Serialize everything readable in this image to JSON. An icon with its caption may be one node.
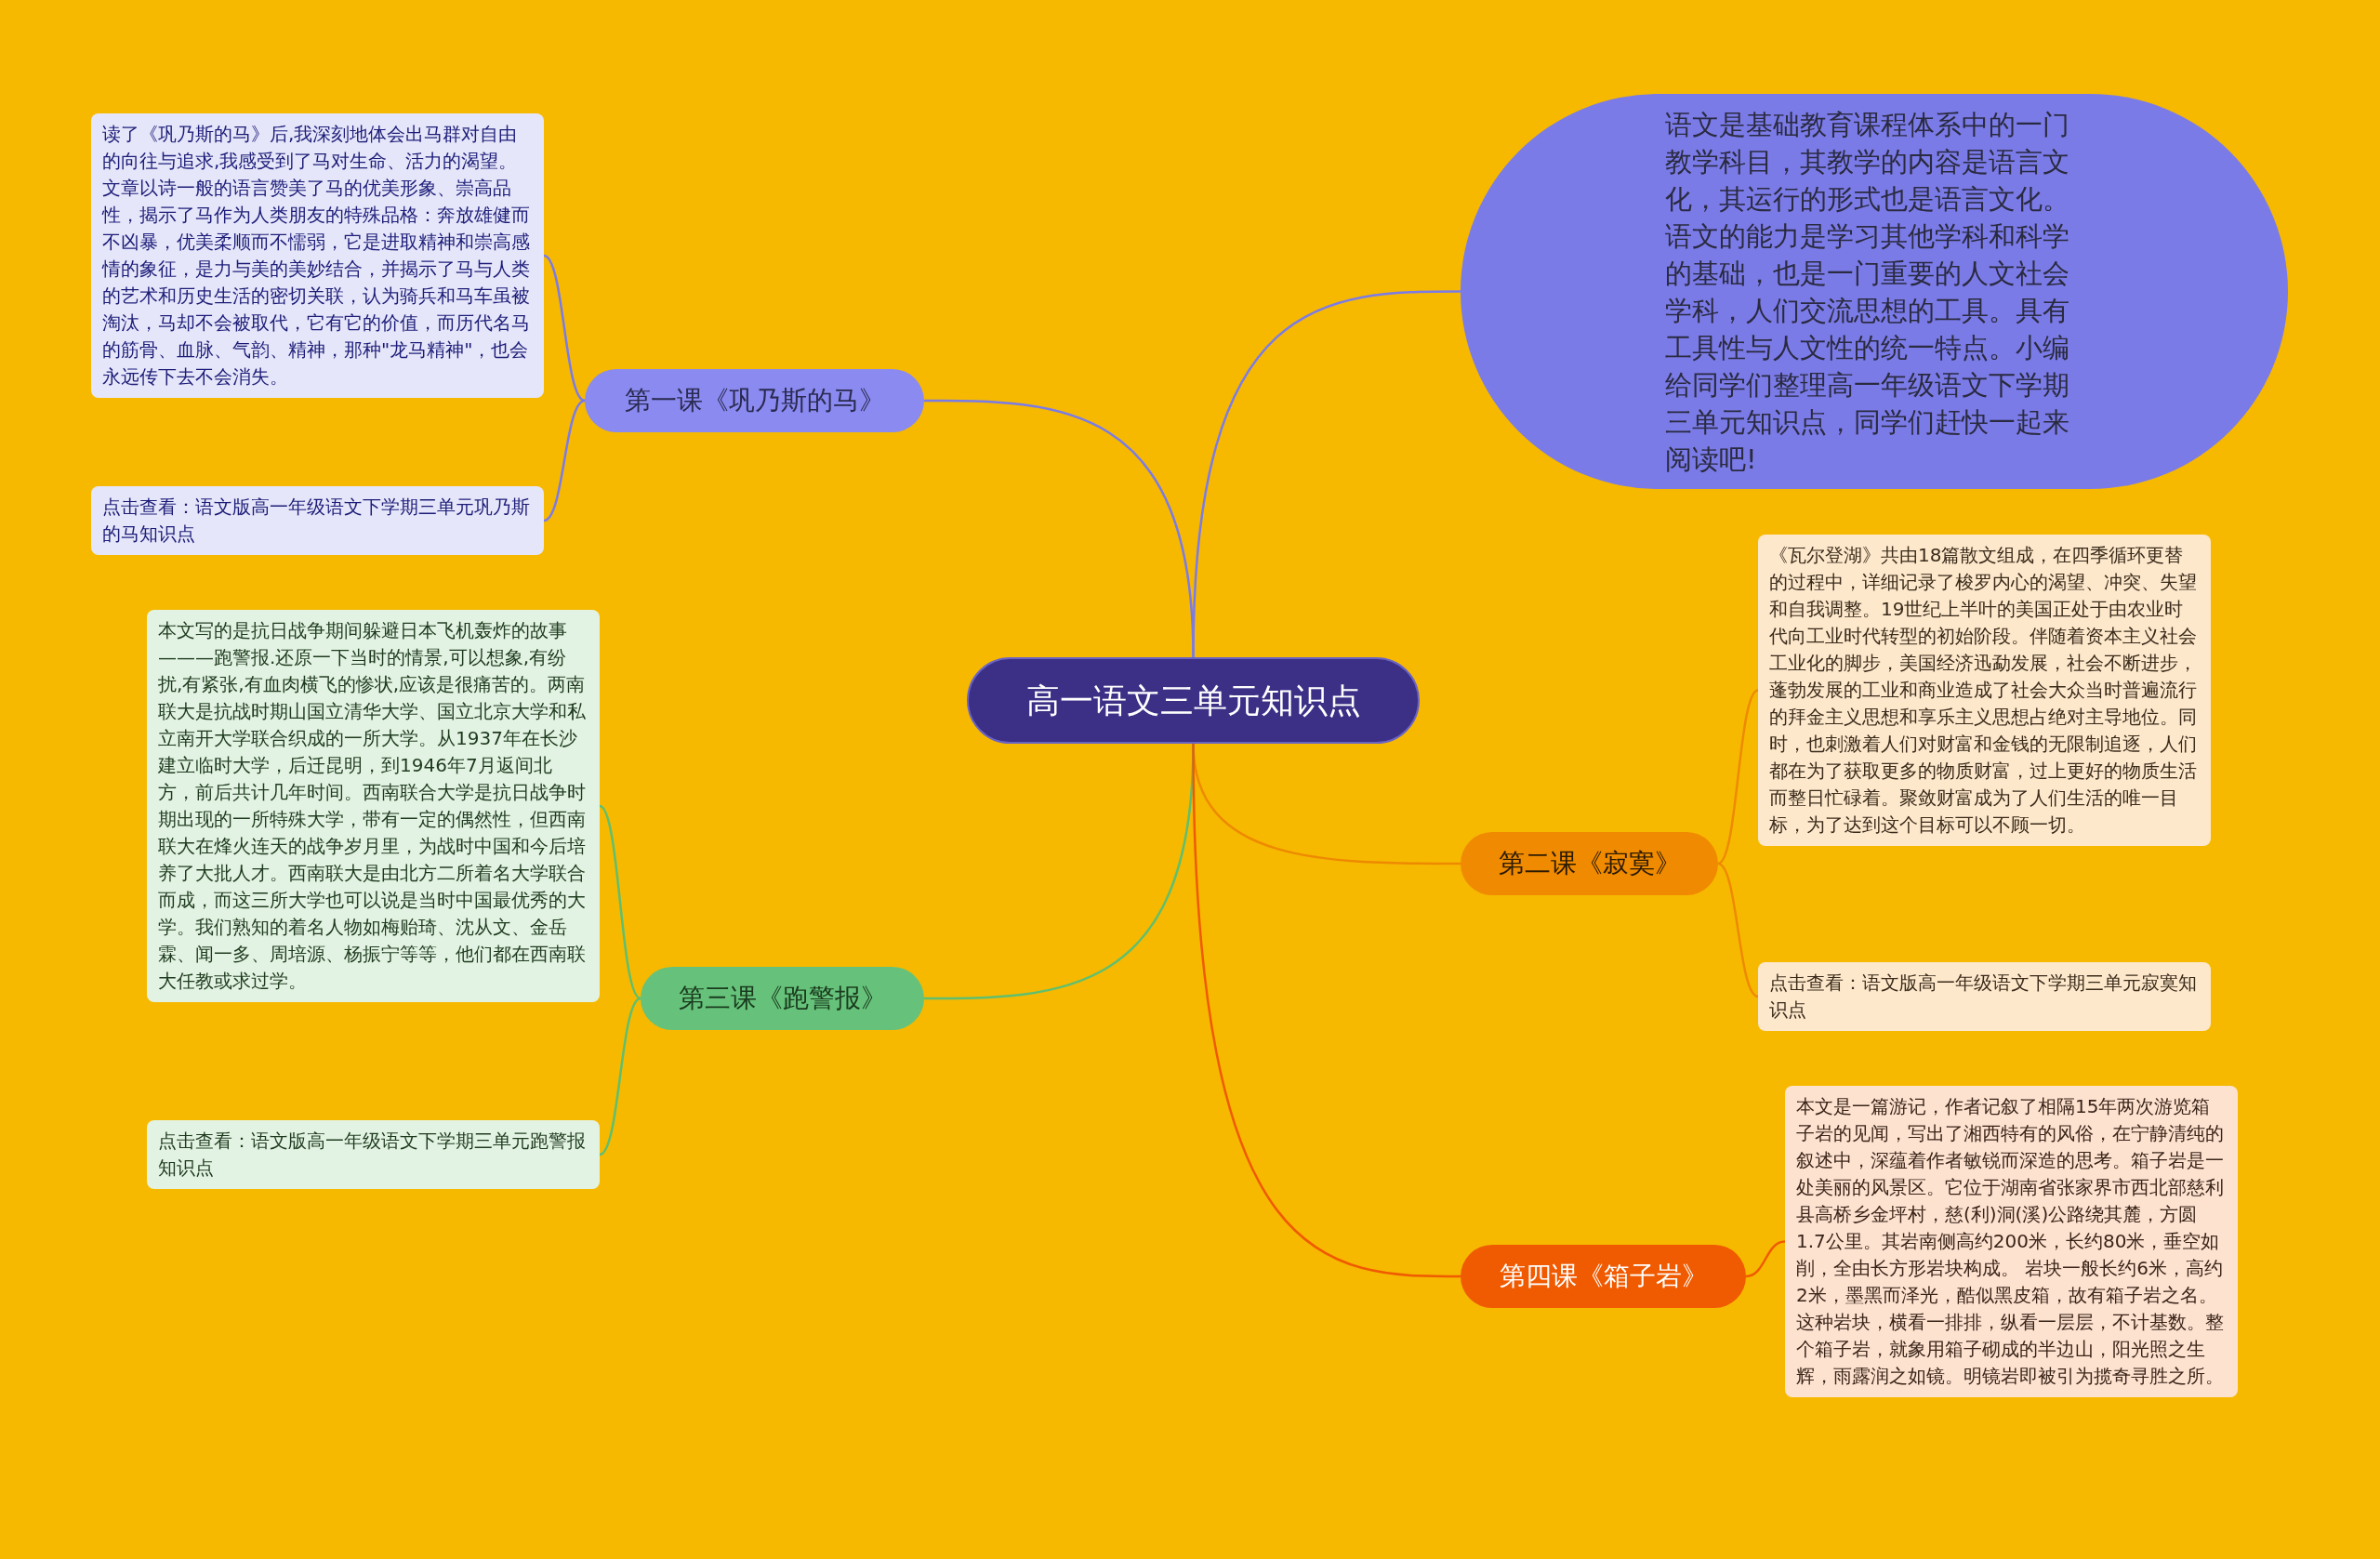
{
  "diagram": {
    "nodes": [
      {
        "text": [
          "高一语文三单元知识点"
        ]
      },
      {
        "text": [
          "语文是基础教育课程体系中的一门教学科目，其教学的内容是语言文化，其运行的形式也是语言文化。语文的能力是学习其他学科和科学的基础，也是一门重要的人文社会学科，人们交流思想的工具。具有工具性与人文性的统一特点。小编给同学们整理高一年级语文下学期三单元知识点，同学们赶快一起来阅读吧!"
        ]
      },
      {
        "text": [
          "第一课《巩乃斯的马》"
        ]
      },
      {
        "text": [
          "读了《巩乃斯的马》后,我深刻地体会出马群对自由的向往与追求,我感受到了马对生命、活力的渴望。文章以诗一般的语言赞美了马的优美形象、崇高品性，揭示了马作为人类朋友的特殊品格：奔放雄健而不凶暴，优美柔顺而不懦弱，它是进取精神和崇高感情的象征，是力与美的美妙结合，并揭示了马与人类的艺术和历史生活的密切关联，认为骑兵和马车虽被淘汰，马却不会被取代，它有它的价值，而历代名马的筋骨、血脉、气韵、精神，那种\"龙马精神\"，也会永远传下去不会消失。"
        ]
      },
      {
        "text": [
          "点击查看：语文版高一年级语文下学期三单元巩乃斯的马知识点"
        ]
      },
      {
        "text": [
          "第二课《寂寞》"
        ]
      },
      {
        "text": [
          "《瓦尔登湖》共由18篇散文组成，在四季循环更替的过程中，详细记录了梭罗内心的渴望、冲突、失望和自我调整。19世纪上半叶的美国正处于由农业时代向工业时代转型的初始阶段。伴随着资本主义社会工业化的脚步，美国经济迅勐发展，社会不断进步，蓬勃发展的工业和商业造成了社会大众当时普遍流行的拜金主义思想和享乐主义思想占绝对主导地位。同时，也刺激着人们对财富和金钱的无限制追逐，人们都在为了获取更多的物质财富，过上更好的物质生活而整日忙碌着。聚敛财富成为了人们生活的唯一目标，为了达到这个目标可以不顾一切。"
        ]
      },
      {
        "text": [
          "点击查看：语文版高一年级语文下学期三单元寂寞知识点"
        ]
      },
      {
        "text": [
          "第三课《跑警报》"
        ]
      },
      {
        "text": [
          "本文写的是抗日战争期间躲避日本飞机轰炸的故事———跑警报.还原一下当时的情景,可以想象,有纷扰,有紧张,有血肉横飞的惨状,应该是很痛苦的。两南联大是抗战时期山国立清华大学、国立北京大学和私立南开大学联合织成的一所大学。从1937年在长沙建立临时大学，后迁昆明，到1946年7月返间北方，前后共计几年时间。西南联合大学是抗日战争时期出现的一所特殊大学，带有一定的偶然性，但西南联大在烽火连天的战争岁月里，为战时中国和今后培养了大批人才。西南联大是由北方二所着名大学联合而成，而这三所大学也可以说是当时中国最优秀的大学。我们熟知的着名人物如梅贻琦、沈从文、金岳霖、闻一多、周培源、杨振宁等等，他们都在西南联大任教或求过学。"
        ]
      },
      {
        "text": [
          "点击查看：语文版高一年级语文下学期三单元跑警报知识点"
        ]
      },
      {
        "text": [
          "第四课《箱子岩》"
        ]
      },
      {
        "text": [
          "本文是一篇游记，作者记叙了相隔15年两次游览箱子岩的见闻，写出了湘西特有的风俗，在宁静清纯的叙述中，深蕴着作者敏锐而深造的思考。箱子岩是一处美丽的风景区。它位于湖南省张家界市西北部慈利县高桥乡金坪村，慈(利)洞(溪)公路绕其麓，方圆 1.7公里。其岩南侧高约200米，长约80米，垂空如削，全由长方形岩块构成。 岩块一般长约6米，高约2米，墨黑而泽光，酷似黑皮箱，故有箱子岩之名。这种岩块，横看一排排，纵看一层层，不计基数。整个箱子岩，就象用箱子砌成的半边山，阳光照之生辉，雨露润之如镜。明镜岩即被引为揽奇寻胜之所。"
        ]
      }
    ],
    "edges": [
      {
        "from": 0,
        "to": 1,
        "arrow": "none",
        "color": "#7b7be8"
      },
      {
        "from": 0,
        "to": 2,
        "arrow": "none",
        "color": "#7b7be8"
      },
      {
        "from": 2,
        "to": 3,
        "arrow": "none",
        "color": "#7b7be8"
      },
      {
        "from": 2,
        "to": 4,
        "arrow": "none",
        "color": "#7b7be8"
      },
      {
        "from": 0,
        "to": 5,
        "arrow": "none",
        "color": "#ee8a00"
      },
      {
        "from": 5,
        "to": 6,
        "arrow": "none",
        "color": "#ee8a00"
      },
      {
        "from": 5,
        "to": 7,
        "arrow": "none",
        "color": "#ee8a00"
      },
      {
        "from": 0,
        "to": 8,
        "arrow": "none",
        "color": "#5fbf6f"
      },
      {
        "from": 8,
        "to": 9,
        "arrow": "none",
        "color": "#5fbf6f"
      },
      {
        "from": 8,
        "to": 10,
        "arrow": "none",
        "color": "#5fbf6f"
      },
      {
        "from": 0,
        "to": 11,
        "arrow": "none",
        "color": "#f05a00"
      },
      {
        "from": 11,
        "to": 12,
        "arrow": "none",
        "color": "#f05a00"
      }
    ]
  }
}
